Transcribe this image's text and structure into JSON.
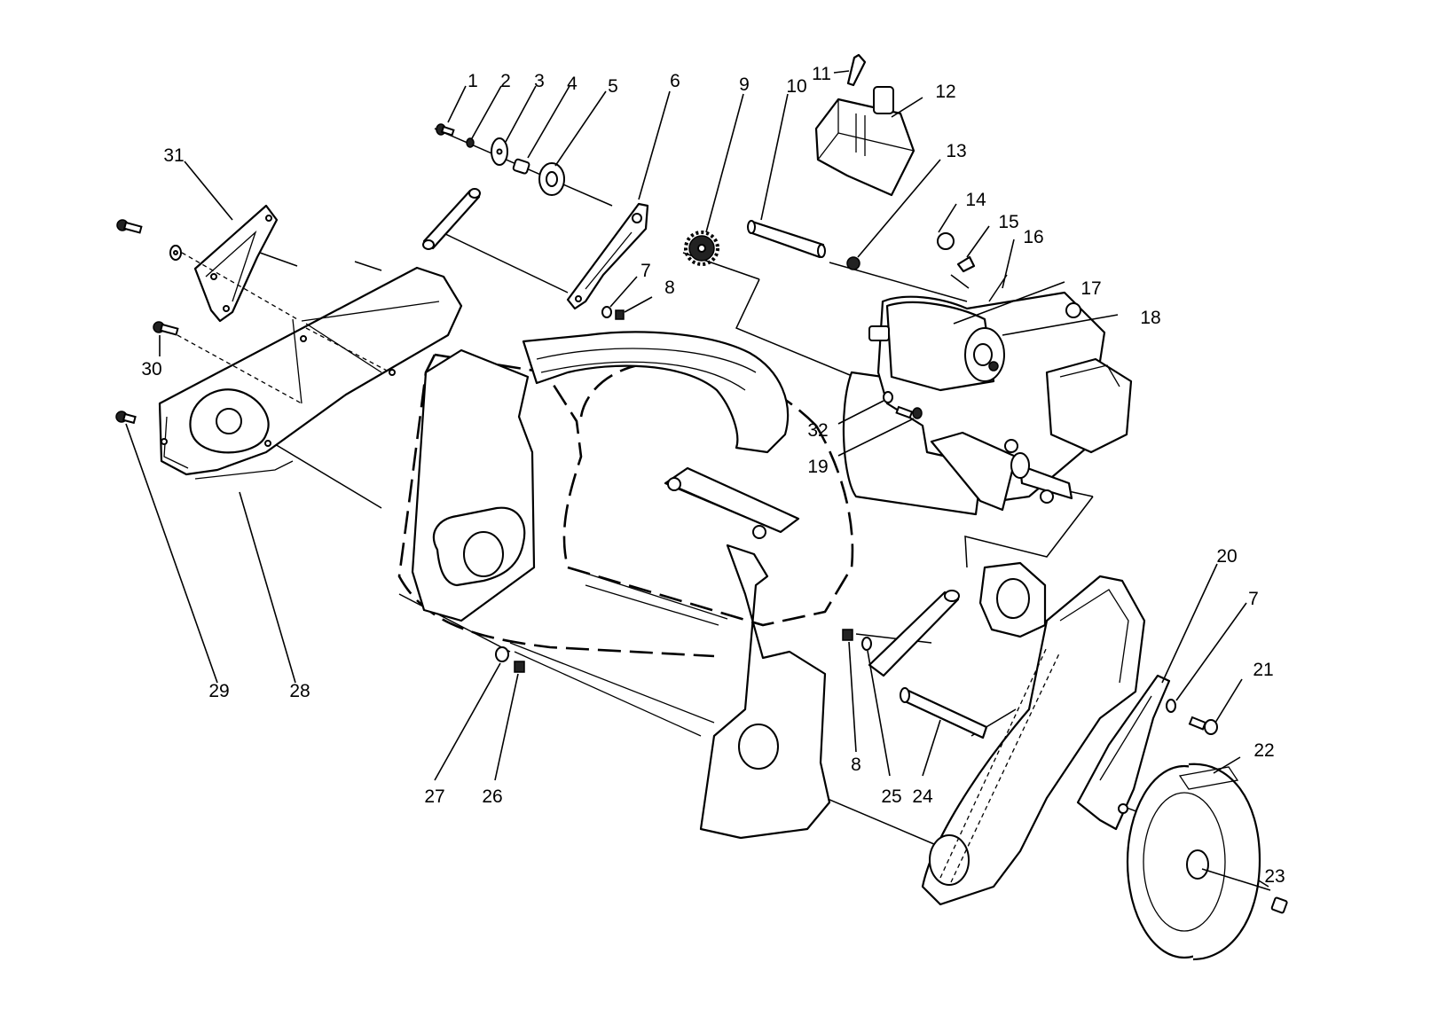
{
  "callouts": [
    {
      "id": "c1",
      "label": "1"
    },
    {
      "id": "c2",
      "label": "2"
    },
    {
      "id": "c3",
      "label": "3"
    },
    {
      "id": "c4",
      "label": "4"
    },
    {
      "id": "c5",
      "label": "5"
    },
    {
      "id": "c6",
      "label": "6"
    },
    {
      "id": "c7a",
      "label": "7"
    },
    {
      "id": "c8a",
      "label": "8"
    },
    {
      "id": "c9",
      "label": "9"
    },
    {
      "id": "c10",
      "label": "10"
    },
    {
      "id": "c11",
      "label": "11"
    },
    {
      "id": "c12",
      "label": "12"
    },
    {
      "id": "c13",
      "label": "13"
    },
    {
      "id": "c14",
      "label": "14"
    },
    {
      "id": "c15",
      "label": "15"
    },
    {
      "id": "c16",
      "label": "16"
    },
    {
      "id": "c17",
      "label": "17"
    },
    {
      "id": "c18",
      "label": "18"
    },
    {
      "id": "c19",
      "label": "19"
    },
    {
      "id": "c20",
      "label": "20"
    },
    {
      "id": "c7b",
      "label": "7"
    },
    {
      "id": "c21",
      "label": "21"
    },
    {
      "id": "c22",
      "label": "22"
    },
    {
      "id": "c23",
      "label": "23"
    },
    {
      "id": "c8b",
      "label": "8"
    },
    {
      "id": "c25",
      "label": "25"
    },
    {
      "id": "c24",
      "label": "24"
    },
    {
      "id": "c26",
      "label": "26"
    },
    {
      "id": "c27",
      "label": "27"
    },
    {
      "id": "c28",
      "label": "28"
    },
    {
      "id": "c29",
      "label": "29"
    },
    {
      "id": "c30",
      "label": "30"
    },
    {
      "id": "c31",
      "label": "31"
    },
    {
      "id": "c32",
      "label": "32"
    }
  ]
}
